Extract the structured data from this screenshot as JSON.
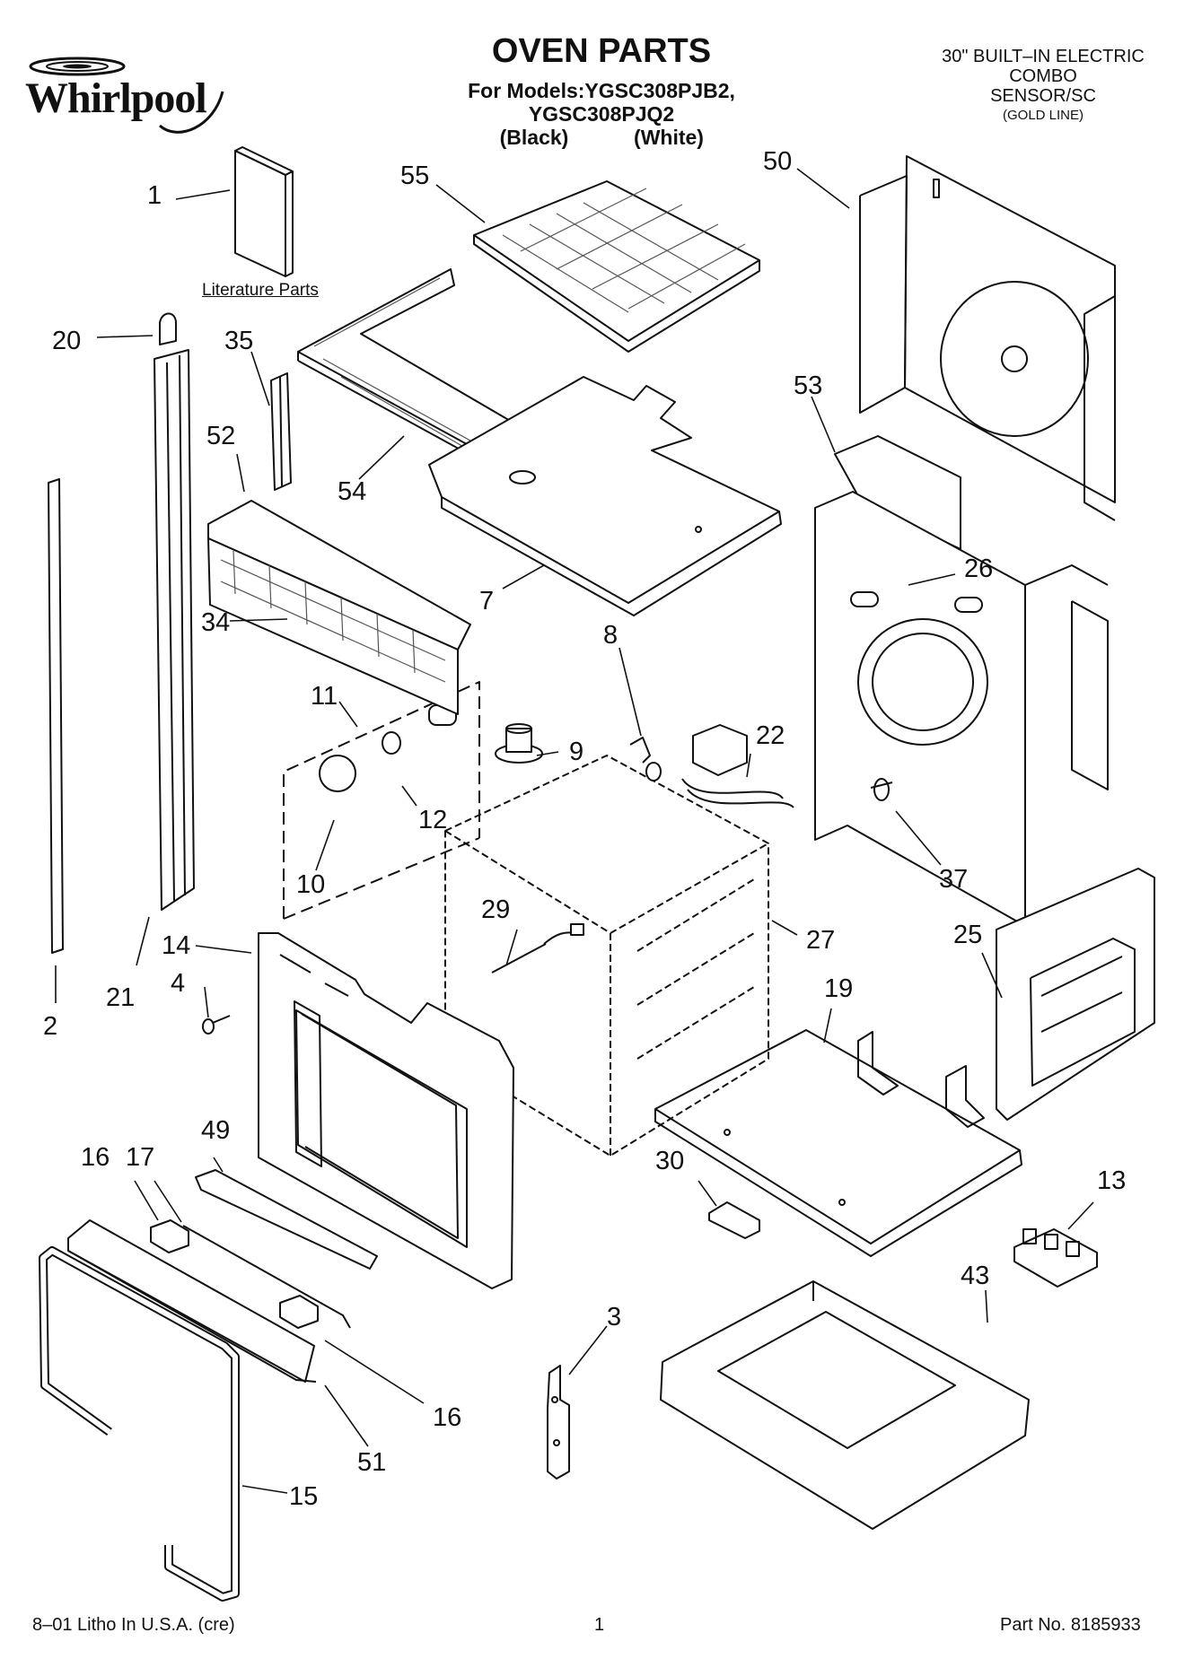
{
  "header": {
    "brand": "Whirlpool",
    "title": "OVEN PARTS",
    "models_line": "For Models:YGSC308PJB2, YGSC308PJQ2",
    "color_black": "(Black)",
    "color_white": "(White)",
    "spec_line1": "30\" BUILT–IN ELECTRIC",
    "spec_line2": "COMBO",
    "spec_line3": "SENSOR/SC",
    "spec_line4": "(GOLD LINE)"
  },
  "literature_label": "Literature Parts",
  "callouts": [
    "1",
    "2",
    "3",
    "4",
    "7",
    "8",
    "9",
    "10",
    "11",
    "12",
    "13",
    "14",
    "15",
    "16",
    "16",
    "17",
    "19",
    "20",
    "21",
    "22",
    "25",
    "26",
    "27",
    "29",
    "30",
    "34",
    "35",
    "37",
    "43",
    "49",
    "50",
    "51",
    "52",
    "53",
    "54",
    "55"
  ],
  "footer": {
    "litho": "8–01 Litho In U.S.A. (cre)",
    "page_number": "1",
    "part_number": "Part No. 8185933"
  },
  "colors": {
    "ink": "#111111",
    "paper": "#ffffff",
    "pattern": "#555555"
  },
  "icons": [
    "whirlpool-swirl-icon"
  ]
}
